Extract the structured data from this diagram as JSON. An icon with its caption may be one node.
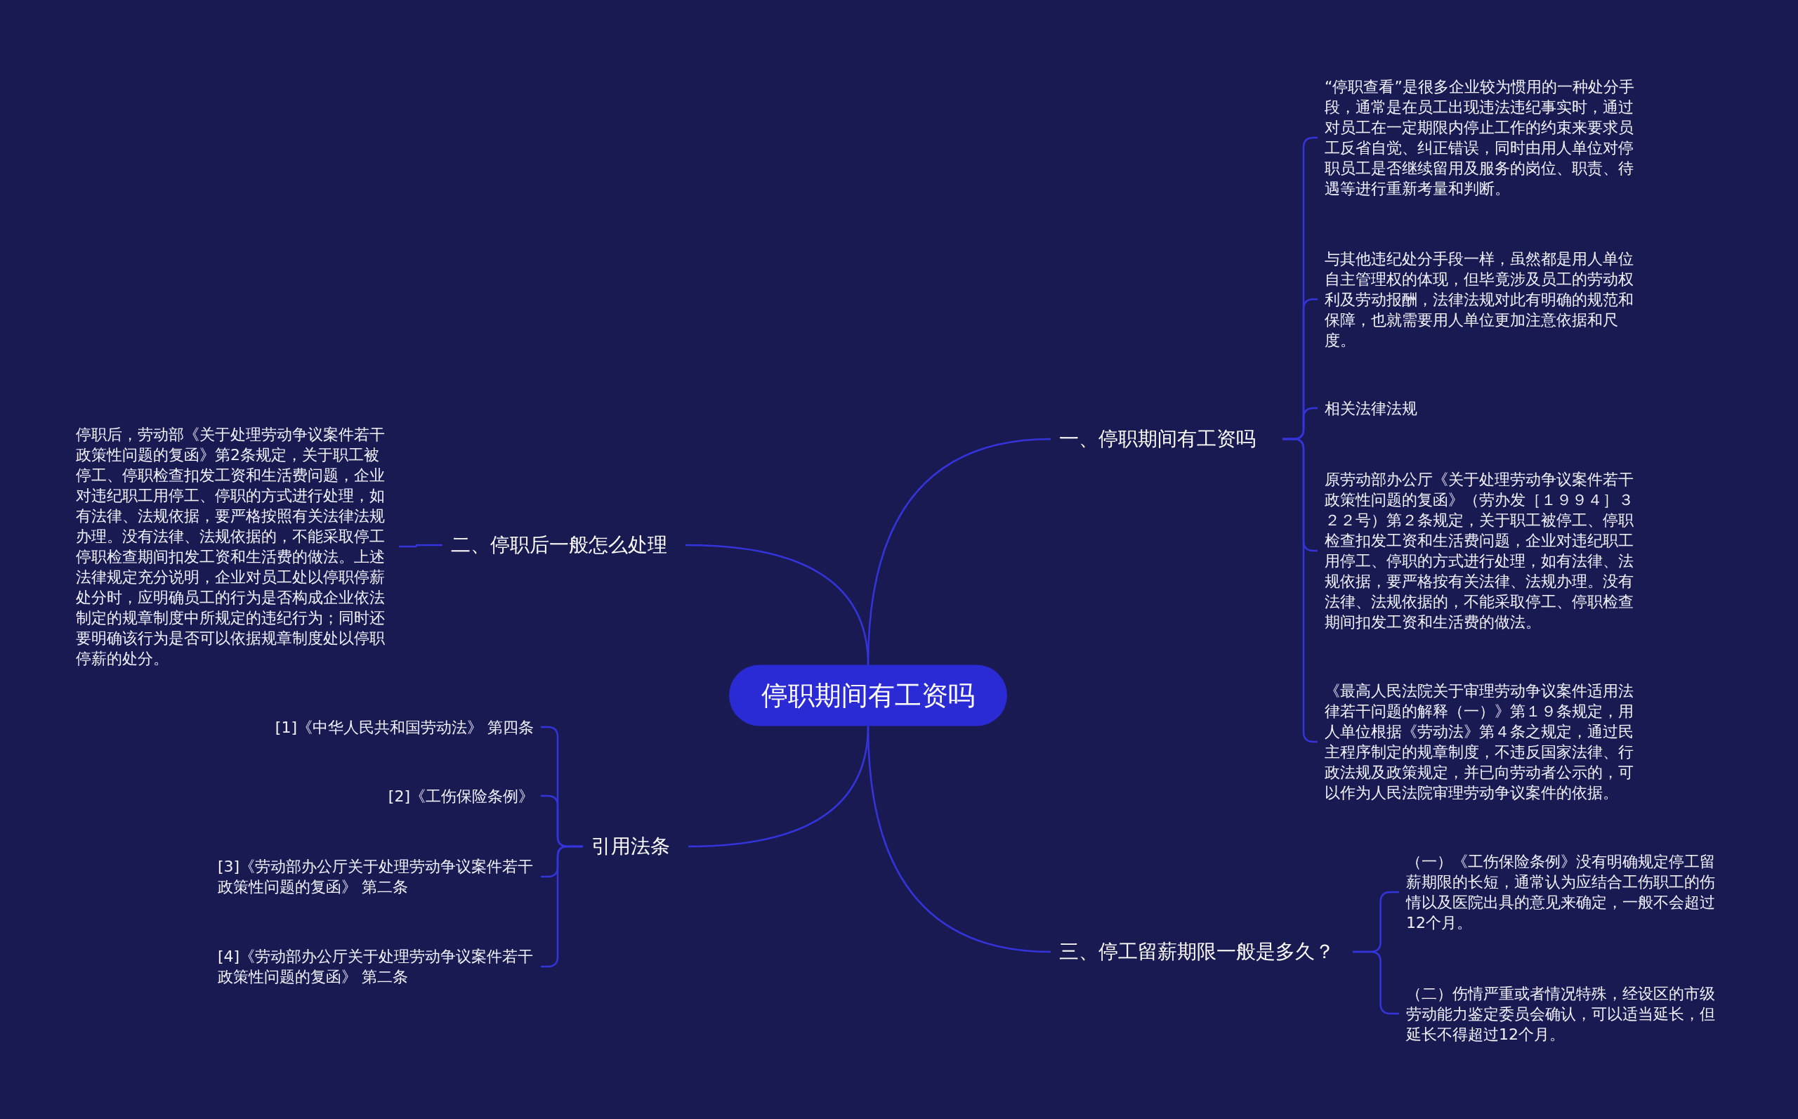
{
  "diagram": {
    "nodes": [
      {
        "text": [
          "停职期间有工资吗"
        ]
      },
      {
        "text": [
          "一、停职期间有工资吗"
        ]
      },
      {
        "text": [
          "“停职查看”是很多企业较为惯用的一种处分手段，通常是在员工出现违法违纪事实时，通过对员工在一定期限内停止工作的约束来要求员工反省自觉、纠正错误，同时由用人单位对停职员工是否继续留用及服务的岗位、职责、待遇等进行重新考量和判断。"
        ]
      },
      {
        "text": [
          "与其他违纪处分手段一样，虽然都是用人单位自主管理权的体现，但毕竟涉及员工的劳动权利及劳动报酬，法律法规对此有明确的规范和保障，也就需要用人单位更加注意依据和尺度。"
        ]
      },
      {
        "text": [
          "相关法律法规"
        ]
      },
      {
        "text": [
          "原劳动部办公厅《关于处理劳动争议案件若干政策性问题的复函》（劳办发［１９９４］３２２号）第２条规定，关于职工被停工、停职检查扣发工资和生活费问题，企业对违纪职工用停工、停职的方式进行处理，如有法律、法规依据，要严格按有关法律、法规办理。没有法律、法规依据的，不能采取停工、停职检查期间扣发工资和生活费的做法。"
        ]
      },
      {
        "text": [
          "《最高人民法院关于审理劳动争议案件适用法律若干问题的解释（一）》第１９条规定，用人单位根据《劳动法》第４条之规定，通过民主程序制定的规章制度，不违反国家法律、行政法规及政策规定，并已向劳动者公示的，可以作为人民法院审理劳动争议案件的依据。"
        ]
      },
      {
        "text": [
          "二、停职后一般怎么处理"
        ]
      },
      {
        "text": [
          "停职后，劳动部《关于处理劳动争议案件若干政策性问题的复函》第2条规定，关于职工被停工、停职检查扣发工资和生活费问题，企业对违纪职工用停工、停职的方式进行处理，如有法律、法规依据，要严格按照有关法律法规办理。没有法律、法规依据的，不能采取停工停职检查期间扣发工资和生活费的做法。上述法律规定充分说明，企业对员工处以停职停薪处分时，应明确员工的行为是否构成企业依法制定的规章制度中所规定的违纪行为；同时还要明确该行为是否可以依据规章制度处以停职停薪的处分。"
        ]
      },
      {
        "text": [
          "引用法条"
        ]
      },
      {
        "text": [
          "[1]《中华人民共和国劳动法》 第四条"
        ]
      },
      {
        "text": [
          "[2]《工伤保险条例》"
        ]
      },
      {
        "text": [
          "[3]《劳动部办公厅关于处理劳动争议案件若干政策性问题的复函》 第二条"
        ]
      },
      {
        "text": [
          "[4]《劳动部办公厅关于处理劳动争议案件若干政策性问题的复函》 第二条"
        ]
      },
      {
        "text": [
          "三、停工留薪期限一般是多久？"
        ]
      },
      {
        "text": [
          "（一）《工伤保险条例》没有明确规定停工留薪期限的长短，通常认为应结合工伤职工的伤情以及医院出具的意见来确定，一般不会超过12个月。"
        ]
      },
      {
        "text": [
          "（二）伤情严重或者情况特殊，经设区的市级劳动能力鉴定委员会确认，可以适当延长，但延长不得超过12个月。"
        ]
      }
    ],
    "edges": [
      {
        "from": 0,
        "to": 1,
        "arrow": "none"
      },
      {
        "from": 1,
        "to": 2,
        "arrow": "none"
      },
      {
        "from": 1,
        "to": 3,
        "arrow": "none"
      },
      {
        "from": 1,
        "to": 4,
        "arrow": "none"
      },
      {
        "from": 1,
        "to": 5,
        "arrow": "none"
      },
      {
        "from": 1,
        "to": 6,
        "arrow": "none"
      },
      {
        "from": 0,
        "to": 7,
        "arrow": "none"
      },
      {
        "from": 7,
        "to": 8,
        "arrow": "none"
      },
      {
        "from": 0,
        "to": 9,
        "arrow": "none"
      },
      {
        "from": 9,
        "to": 10,
        "arrow": "none"
      },
      {
        "from": 9,
        "to": 11,
        "arrow": "none"
      },
      {
        "from": 9,
        "to": 12,
        "arrow": "none"
      },
      {
        "from": 9,
        "to": 13,
        "arrow": "none"
      },
      {
        "from": 0,
        "to": 14,
        "arrow": "none"
      },
      {
        "from": 14,
        "to": 15,
        "arrow": "none"
      },
      {
        "from": 14,
        "to": 16,
        "arrow": "none"
      }
    ]
  }
}
